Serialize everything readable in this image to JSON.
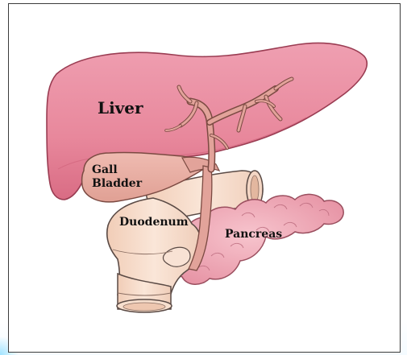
{
  "labels": {
    "liver": "Liver",
    "gall_line1": "Gall",
    "gall_line2": "Bladder",
    "duodenum": "Duodenum",
    "pancreas": "Pancreas"
  },
  "colors": {
    "liver_fill": "#e8889c",
    "liver_edge": "#9a3c52",
    "gallbladder_fill": "#e9b0a6",
    "duct_fill": "#e2a39a",
    "duodenum_fill": "#f6dccb",
    "pancreas_fill": "#f0a9b6",
    "outline": "#5a4a45",
    "frame": "#3b3b3b"
  }
}
